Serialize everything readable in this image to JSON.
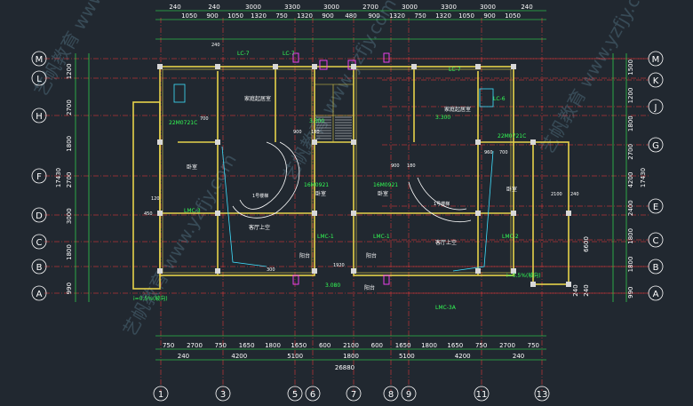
{
  "drawing": {
    "top_dims_row1": [
      "240",
      "240",
      "3000",
      "3300",
      "3000",
      "2700",
      "3000",
      "3300",
      "3000",
      "240"
    ],
    "top_dims_row2": [
      "1050",
      "900",
      "1050",
      "1320",
      "750",
      "1320",
      "900",
      "480",
      "900",
      "1320",
      "750",
      "1320",
      "1050",
      "900",
      "1050"
    ],
    "bottom_dims_row1": [
      "750",
      "2700",
      "750",
      "1650",
      "1800",
      "1650",
      "600",
      "2100",
      "600",
      "1650",
      "1800",
      "1650",
      "750",
      "2700",
      "750"
    ],
    "bottom_dims_row2": [
      "240",
      "4200",
      "5100",
      "1800",
      "5100",
      "4200",
      "240"
    ],
    "bottom_total": "26880",
    "left_dims": [
      "1200",
      "2700",
      "1800",
      "2700",
      "3000",
      "1800",
      "990"
    ],
    "left_total": "17430",
    "right_dims": [
      "1500",
      "1200",
      "1800",
      "2700",
      "4200",
      "2400",
      "1800",
      "1800",
      "990"
    ],
    "right_total": "17430",
    "right_extra": [
      "6600",
      "240",
      "240"
    ],
    "axis_col_labels": [
      "1",
      "3",
      "5",
      "6",
      "7",
      "8",
      "9",
      "11",
      "13"
    ],
    "axis_row_left": [
      "M",
      "L",
      "H",
      "F",
      "D",
      "C",
      "B",
      "A"
    ],
    "axis_row_right": [
      "M",
      "K",
      "J",
      "G",
      "E",
      "C",
      "B",
      "A"
    ],
    "rooms": [
      "卧室",
      "卧室",
      "卧室",
      "卧室",
      "客厅上空",
      "客厅上空",
      "阳台",
      "阳台",
      "阳台",
      "家庭起居室",
      "家庭起居室",
      "1号楼梯",
      "1号楼梯"
    ],
    "tags": [
      "22M0721C",
      "22M0721C",
      "LC-7",
      "LC-7",
      "LC-7",
      "LC-6",
      "LMC-1",
      "LMC-1",
      "LMC-2",
      "LMC-3",
      "LMC-3A",
      "16M0921",
      "16M0921",
      "3.300",
      "3.300",
      "3.080",
      "i=0.5%(坡向)",
      "i=0.5%(坡向)",
      "2100",
      "240",
      "1920",
      "900",
      "180",
      "900",
      "180",
      "960",
      "700",
      "300",
      "700",
      "120",
      "450",
      "240"
    ],
    "watermark": "艺帆教育 www.yzfjy.com"
  }
}
